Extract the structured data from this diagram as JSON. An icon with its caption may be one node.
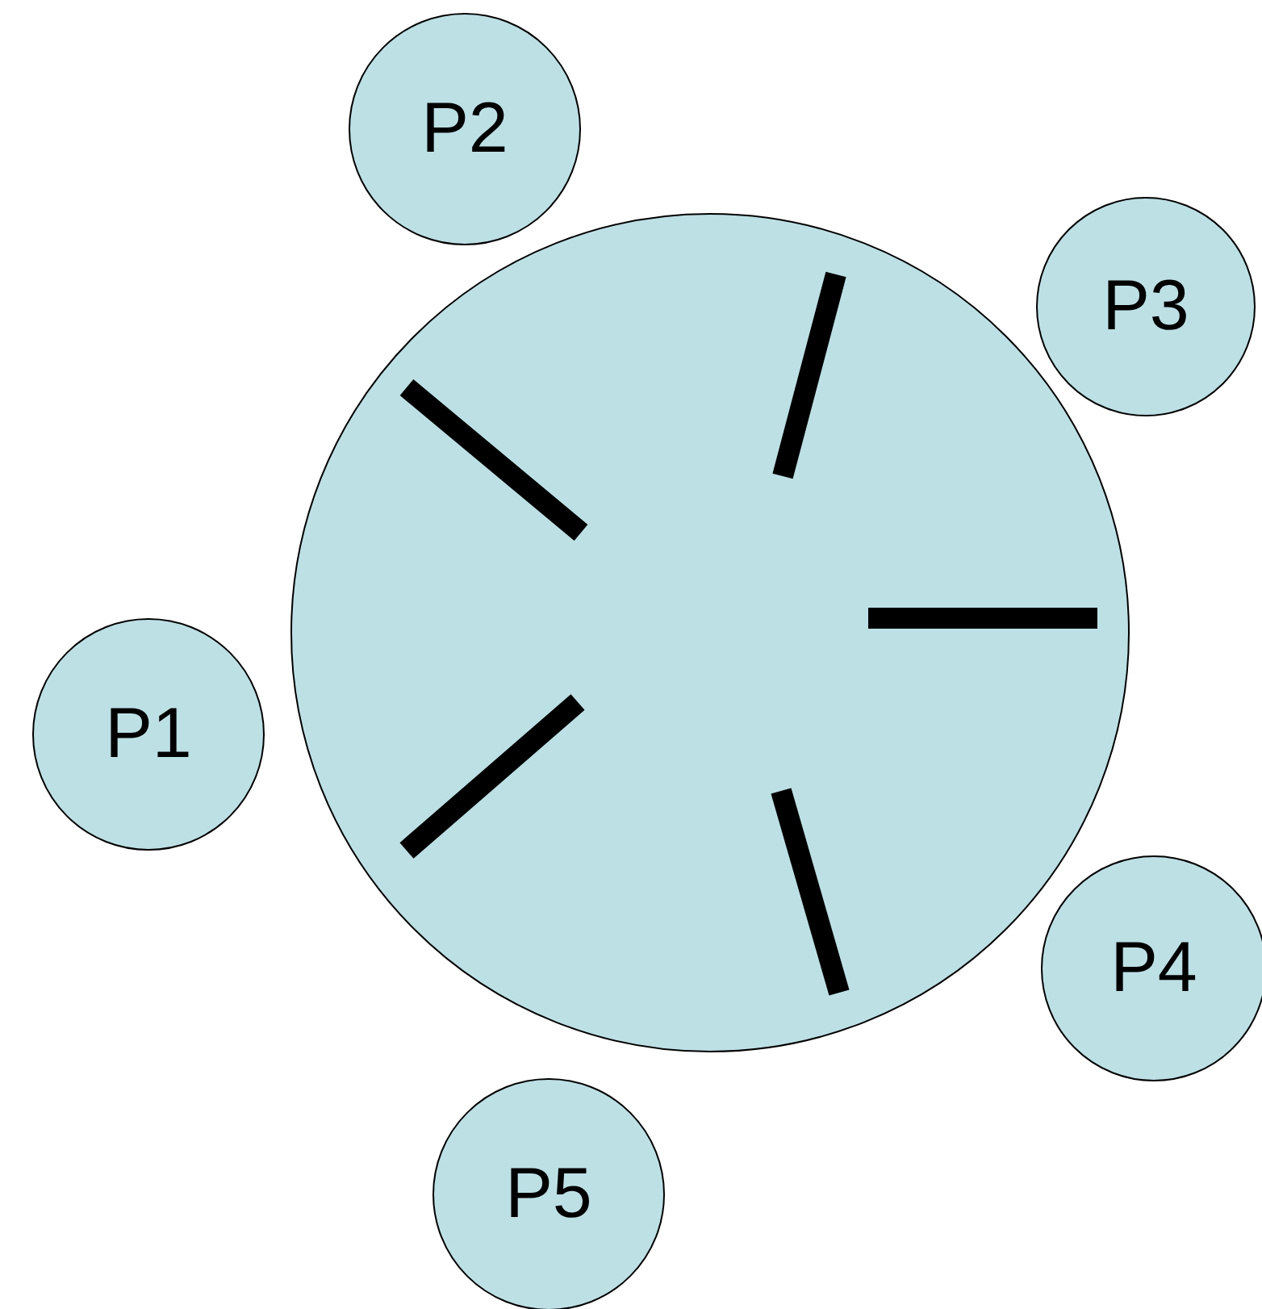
{
  "diagram": {
    "nodes": [
      {
        "text": [
          "P2"
        ]
      },
      {
        "text": [
          "P3"
        ]
      },
      {
        "text": [],
        "shape": "circle"
      },
      {
        "text": [
          "P1"
        ]
      },
      {
        "text": [
          "P4"
        ]
      },
      {
        "text": [
          "P5"
        ]
      }
    ]
  }
}
